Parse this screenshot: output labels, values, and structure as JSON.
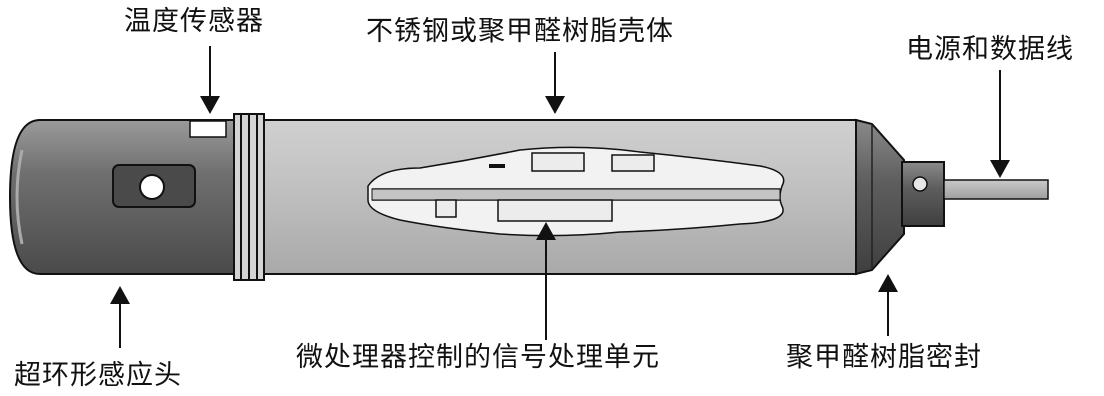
{
  "labels": {
    "temperature_sensor": "温度传感器",
    "shell": "不锈钢或聚甲醛树脂壳体",
    "power_data_line": "电源和数据线",
    "ultrasonic_head": "超环形感应头",
    "signal_unit": "微处理器控制的信号处理单元",
    "seal": "聚甲醛树脂密封"
  },
  "colors": {
    "body": "#bcbcbc",
    "head_dark": "#6b6b6b",
    "outline": "#111111",
    "cable": "#b5b5b5",
    "circuit": "#f2f2f2"
  }
}
